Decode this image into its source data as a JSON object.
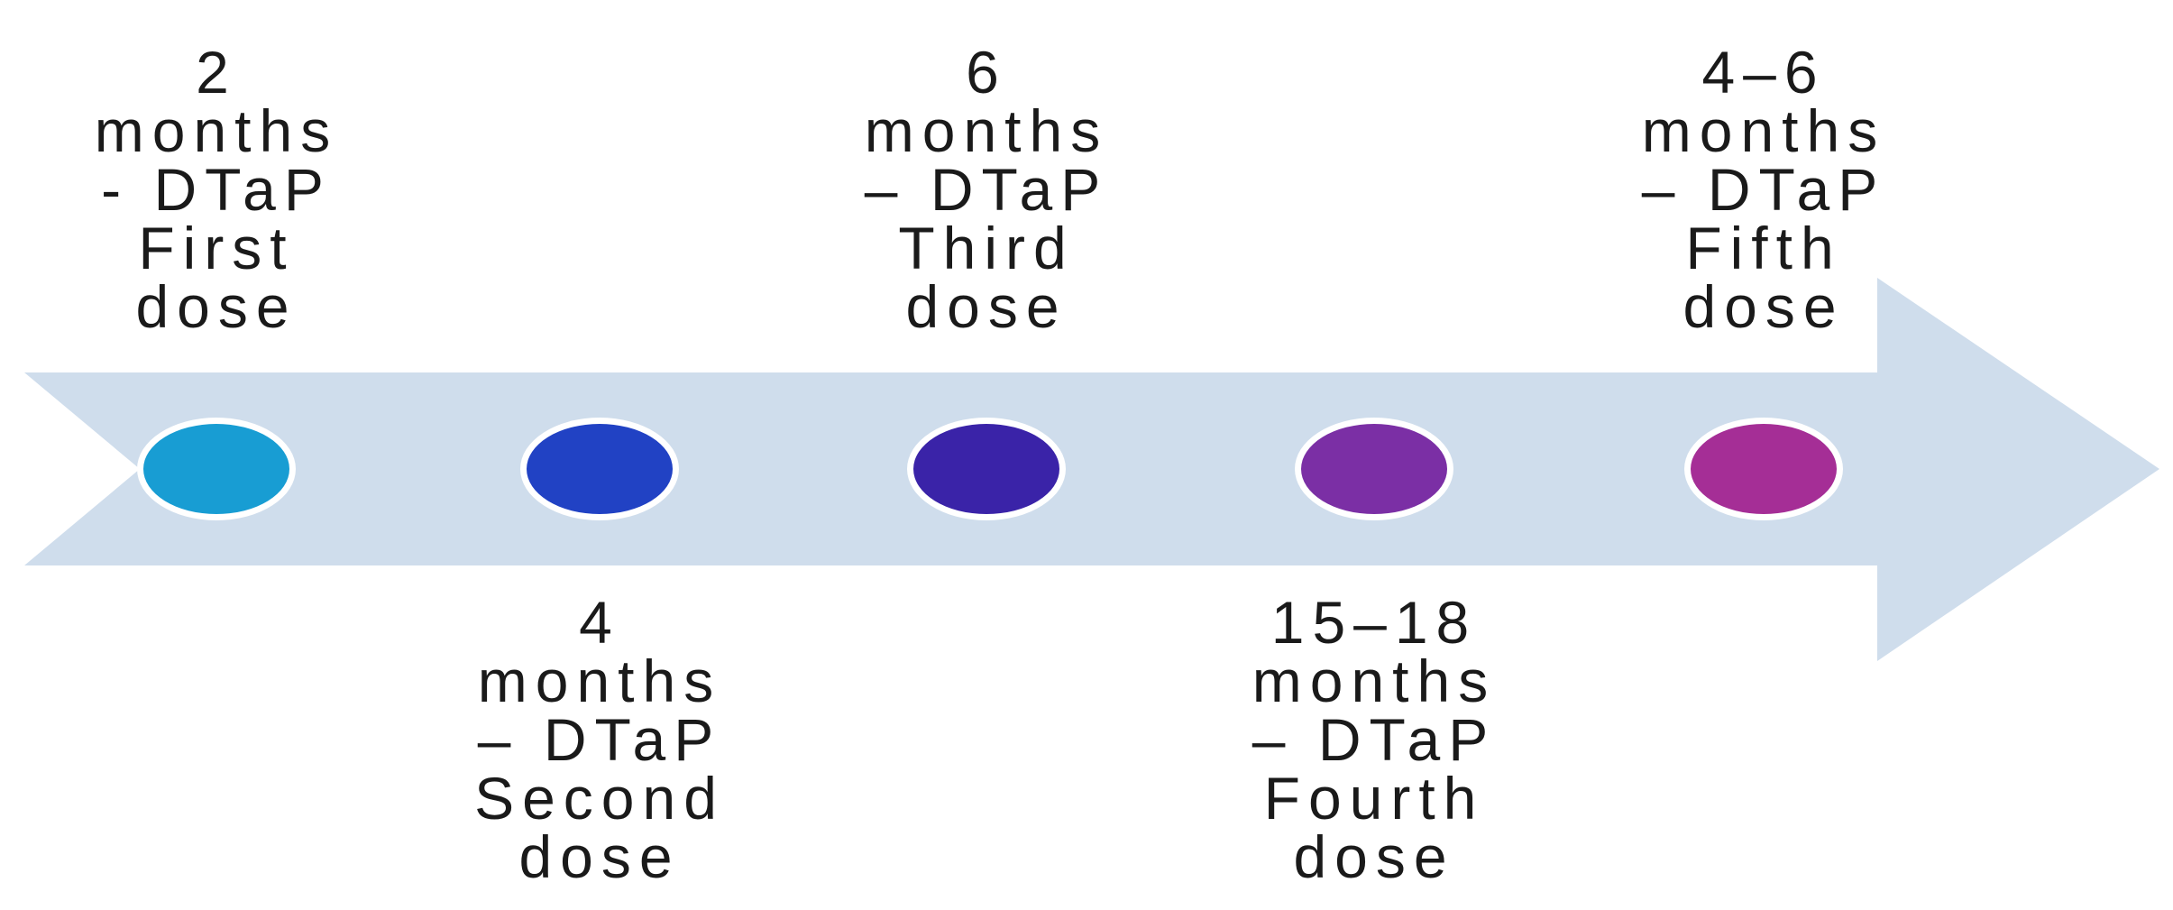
{
  "diagram": {
    "type": "timeline",
    "direction": "left-to-right"
  },
  "arrow": {
    "color": "#cfddec"
  },
  "text_color": "#1a1a1a",
  "events": [
    {
      "time": "2 months",
      "vaccine": "DTaP",
      "dose": "First dose",
      "label": "2\nmonths\n- DTaP\nFirst\ndose",
      "label_position": "above",
      "dot_color": "#189dd3"
    },
    {
      "time": "4 months",
      "vaccine": "DTaP",
      "dose": "Second dose",
      "label": "4\nmonths\n– DTaP\nSecond\ndose",
      "label_position": "below",
      "dot_color": "#2142c4"
    },
    {
      "time": "6 months",
      "vaccine": "DTaP",
      "dose": "Third dose",
      "label": "6\nmonths\n– DTaP\nThird\ndose",
      "label_position": "above",
      "dot_color": "#3a23a8"
    },
    {
      "time": "15–18 months",
      "vaccine": "DTaP",
      "dose": "Fourth dose",
      "label": "15–18\nmonths\n– DTaP\nFourth\ndose",
      "label_position": "below",
      "dot_color": "#7b2fa5"
    },
    {
      "time": "4–6 months",
      "vaccine": "DTaP",
      "dose": "Fifth dose",
      "label": "4–6\nmonths\n– DTaP\nFifth\ndose",
      "label_position": "above",
      "dot_color": "#a52e96"
    }
  ]
}
